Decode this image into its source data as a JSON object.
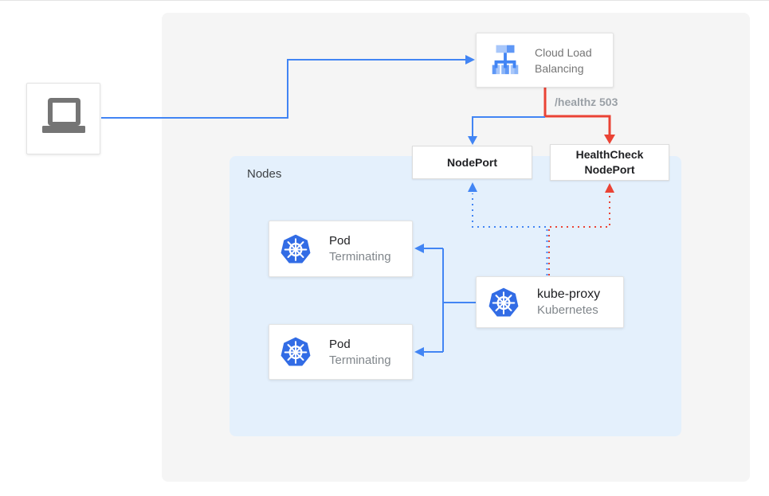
{
  "colors": {
    "blue": "#4285F4",
    "red": "#EA4335",
    "k8s_blue": "#326CE5",
    "panel_bg": "#F5F5F5",
    "nodes_bg": "#E4F0FC",
    "text_dark": "#202124",
    "text_gray": "#757575",
    "subtitle_gray": "#80868B",
    "edge_label_gray": "#9AA0A6",
    "laptop_gray": "#757575"
  },
  "diagram": {
    "client": {
      "icon": "laptop-icon"
    },
    "cloud_load_balancing": {
      "icon": "cloud-load-balancing-icon",
      "label": "Cloud Load Balancing"
    },
    "edge_labels": {
      "healthz": "/healthz 503"
    },
    "nodeport": {
      "label": "NodePort"
    },
    "healthcheck_nodeport": {
      "label": "HealthCheck NodePort"
    },
    "nodes_group": {
      "label": "Nodes"
    },
    "pods": [
      {
        "icon": "kubernetes-icon",
        "title": "Pod",
        "subtitle": "Terminating"
      },
      {
        "icon": "kubernetes-icon",
        "title": "Pod",
        "subtitle": "Terminating"
      }
    ],
    "kube_proxy": {
      "icon": "kubernetes-icon",
      "title": "kube-proxy",
      "subtitle": "Kubernetes"
    }
  }
}
